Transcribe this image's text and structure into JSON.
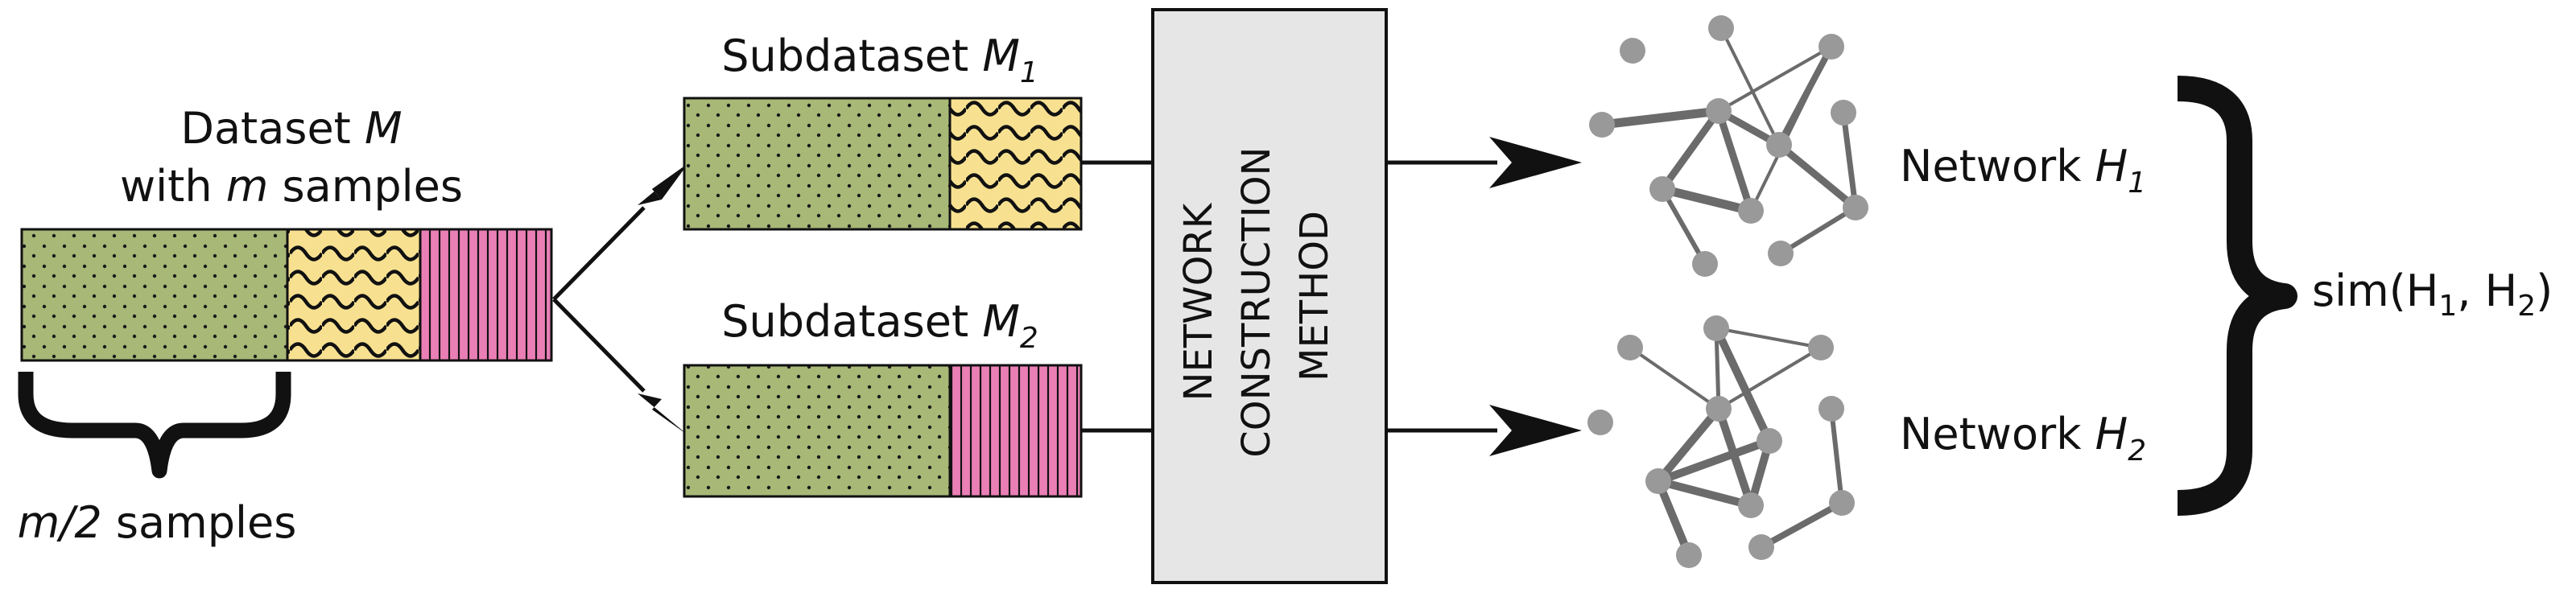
{
  "dataset": {
    "title": "Dataset",
    "var": "M",
    "subtitle_pre": "with",
    "subtitle_var": "m",
    "subtitle_post": "samples",
    "half_var": "m/2",
    "half_post": "samples"
  },
  "sub1": {
    "title": "Subdataset",
    "var": "M",
    "sub": "1"
  },
  "sub2": {
    "title": "Subdataset",
    "var": "M",
    "sub": "2"
  },
  "method": {
    "lines": [
      "NETWORK",
      "CONSTRUCTION",
      "METHOD"
    ]
  },
  "net1": {
    "title": "Network",
    "var": "H",
    "sub": "1"
  },
  "net2": {
    "title": "Network",
    "var": "H",
    "sub": "2"
  },
  "similarity": {
    "pre": "sim(H",
    "s1": "1",
    "mid": ", H",
    "s2": "2",
    "post": ")"
  },
  "colors": {
    "green": "#a8b877",
    "yellow": "#f7e191",
    "pink": "#ea7fb6",
    "box": "#e6e6e6",
    "node": "#999999",
    "edge": "#6b6b6b",
    "ink": "#111111"
  }
}
